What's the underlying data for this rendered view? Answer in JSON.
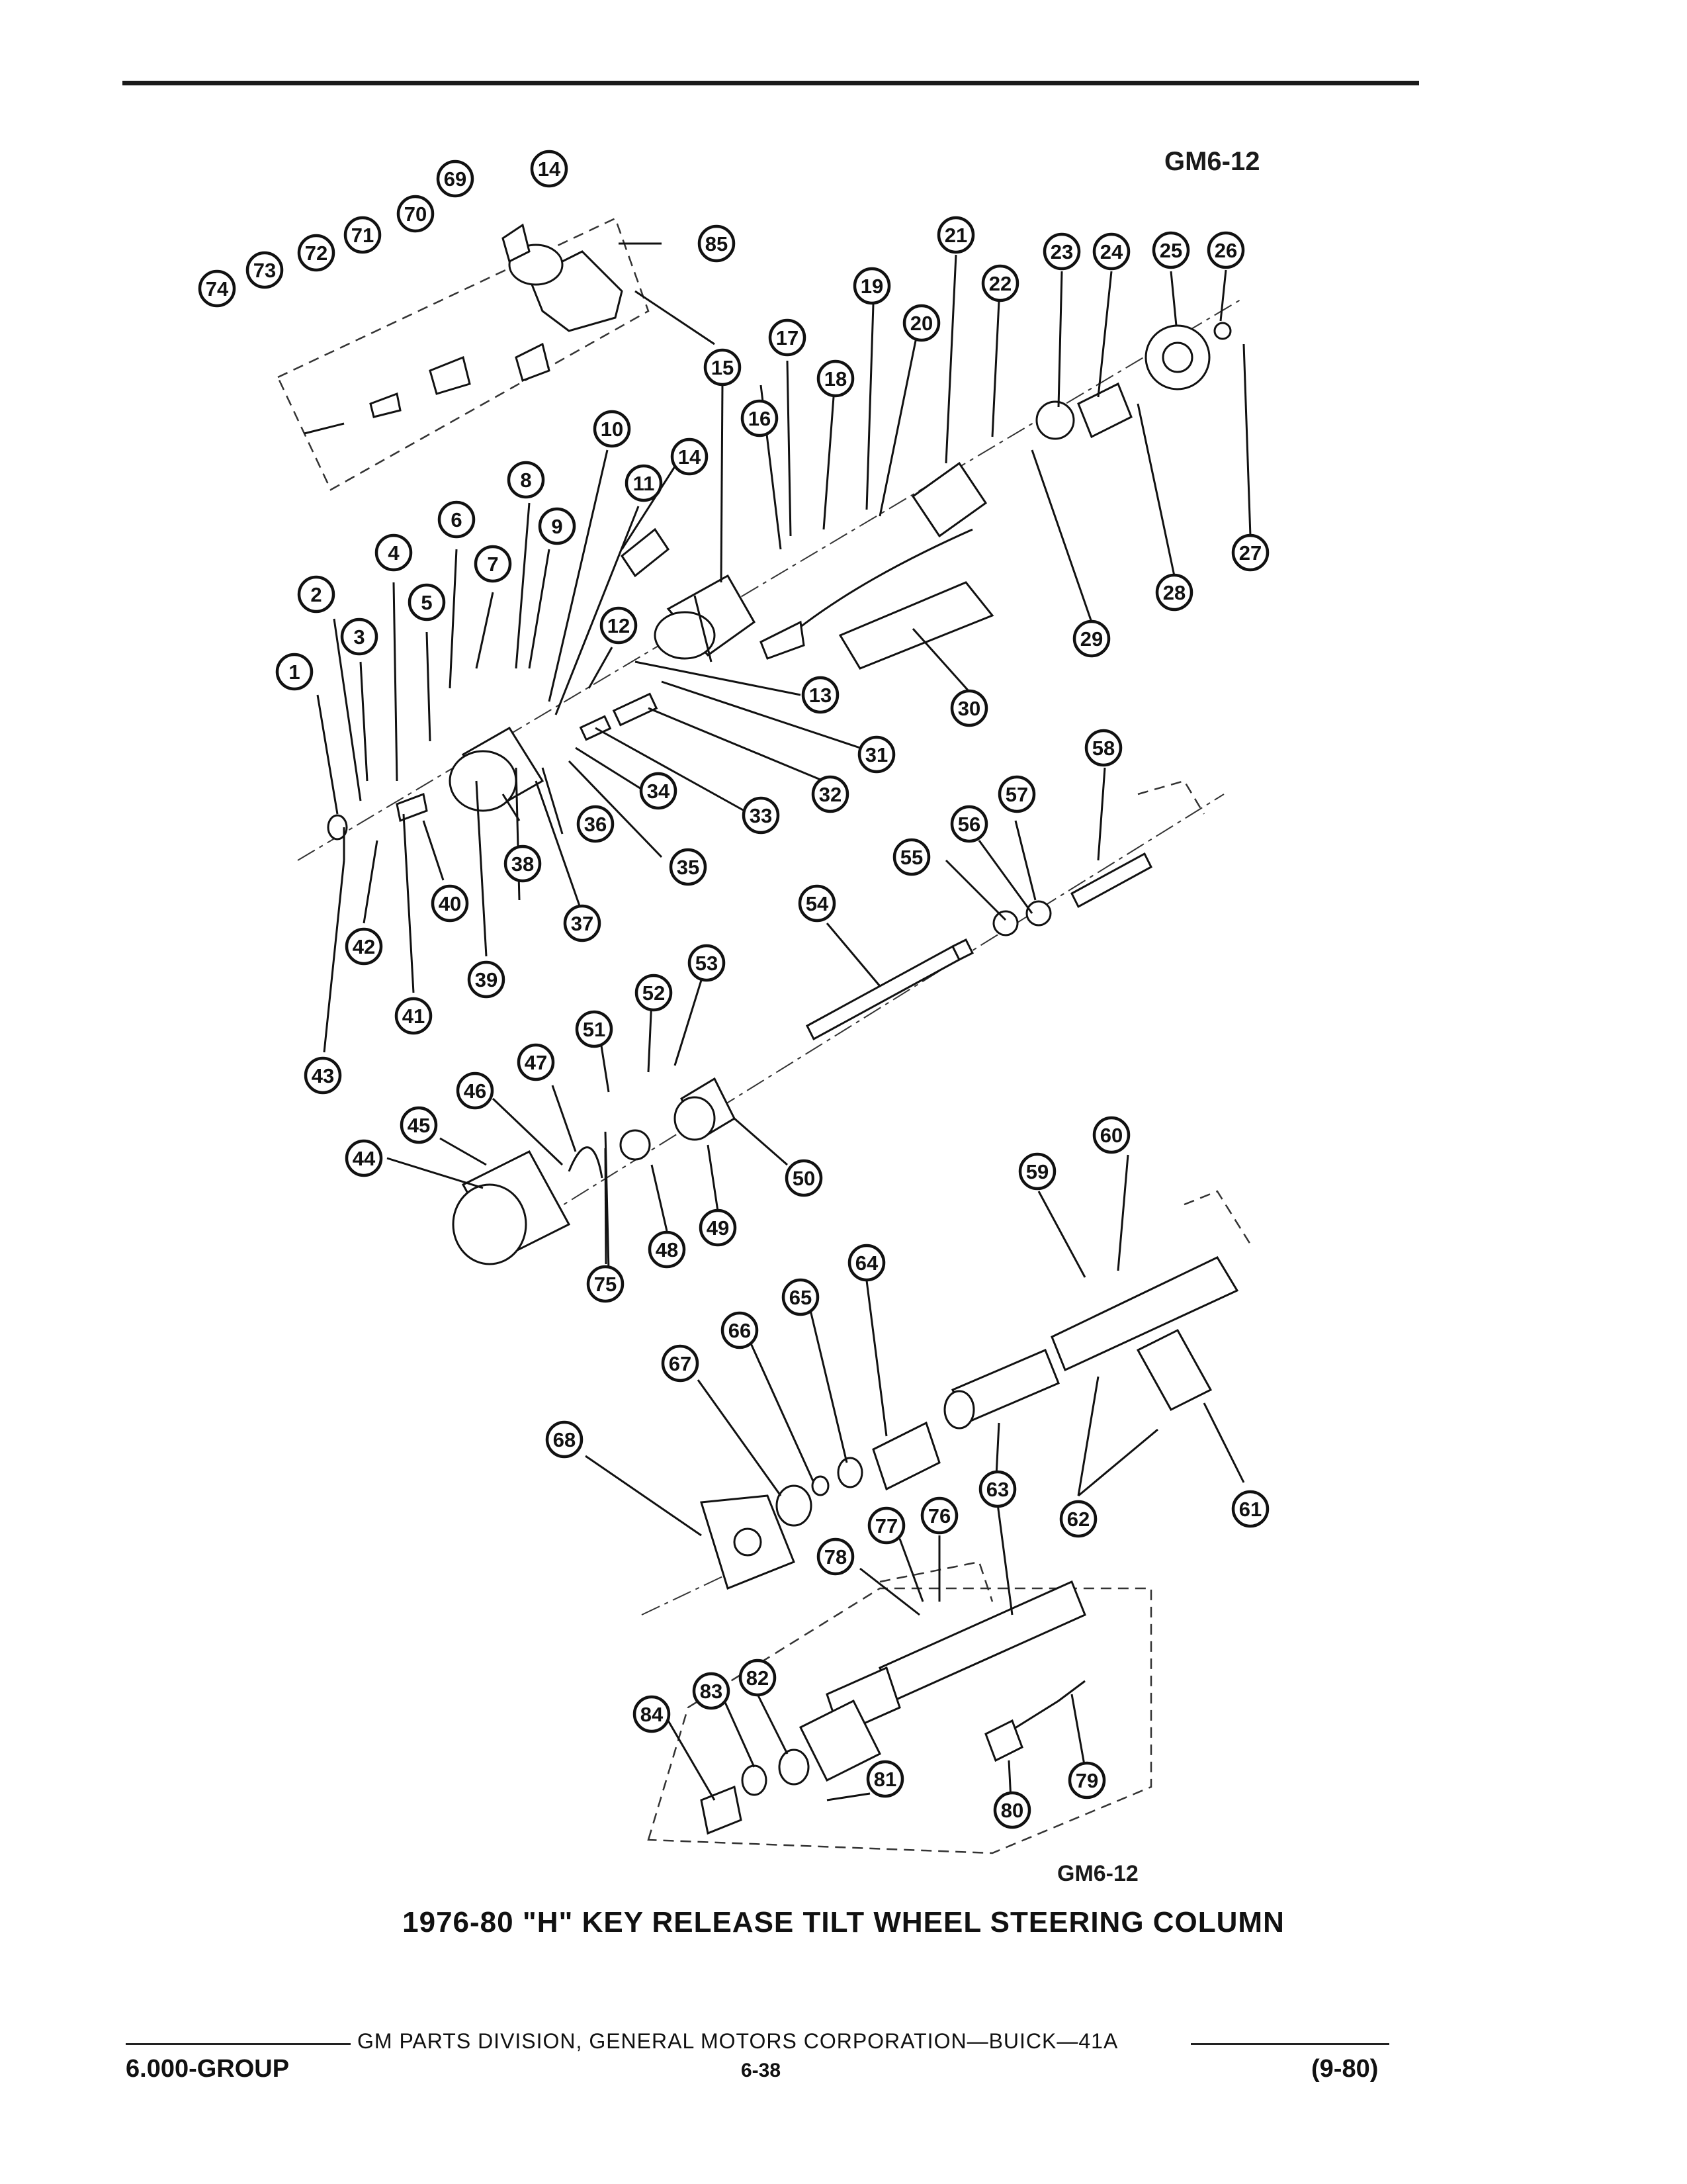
{
  "figure_id": "GM6-12",
  "caption": "1976-80 \"H\" KEY RELEASE TILT WHEEL STEERING COLUMN",
  "footer": {
    "center": "GM PARTS DIVISION, GENERAL MOTORS CORPORATION—BUICK—41A",
    "group": "6.000-GROUP",
    "page": "6-38",
    "date": "(9-80)"
  },
  "callouts": [
    "1",
    "2",
    "3",
    "4",
    "5",
    "6",
    "7",
    "8",
    "9",
    "10",
    "11",
    "12",
    "13",
    "14",
    "15",
    "16",
    "17",
    "18",
    "19",
    "20",
    "21",
    "22",
    "23",
    "24",
    "25",
    "26",
    "27",
    "28",
    "29",
    "30",
    "31",
    "32",
    "33",
    "34",
    "35",
    "36",
    "37",
    "38",
    "39",
    "40",
    "41",
    "42",
    "43",
    "44",
    "45",
    "46",
    "47",
    "48",
    "49",
    "50",
    "51",
    "52",
    "53",
    "54",
    "55",
    "56",
    "57",
    "58",
    "59",
    "60",
    "61",
    "62",
    "63",
    "64",
    "65",
    "66",
    "67",
    "68",
    "69",
    "70",
    "71",
    "72",
    "73",
    "74",
    "75",
    "76",
    "77",
    "78",
    "79",
    "80",
    "81",
    "82",
    "83",
    "84",
    "85"
  ]
}
